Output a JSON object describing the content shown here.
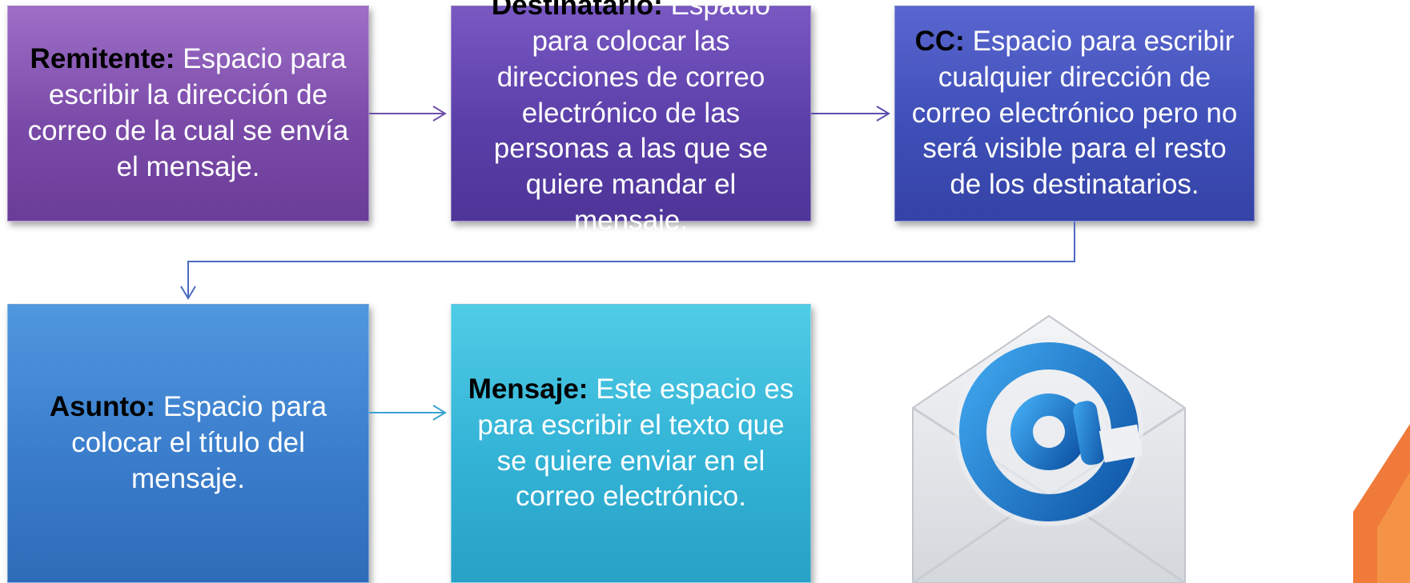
{
  "steps": [
    {
      "label": "Remitente:",
      "text": "Espacio para escribir la dirección de correo de la cual se envía el mensaje."
    },
    {
      "label": "Destinatario:",
      "text": "Espacio para colocar las direcciones de correo electrónico de las personas a las que se quiere mandar el mensaje."
    },
    {
      "label": "CC:",
      "text": "Espacio para escribir cualquier dirección de correo electrónico pero no será visible para el resto de los destinatarios."
    },
    {
      "label": "Asunto:",
      "text": "Espacio para colocar el título del mensaje."
    },
    {
      "label": "Mensaje:",
      "text": "Este espacio es para escribir el texto que se quiere enviar en el correo electrónico."
    }
  ],
  "colors": {
    "step1": "#7a4aa8",
    "step2": "#5b3fa9",
    "step3": "#3f4fb8",
    "step4": "#3a7dcc",
    "step5": "#33b3d6",
    "connector": "#6a5ab0",
    "icon_blue": "#1f6fc4",
    "accent_orange": "#f07a3a"
  },
  "icons": [
    "email-envelope-at-icon",
    "orange-corner-decoration"
  ]
}
